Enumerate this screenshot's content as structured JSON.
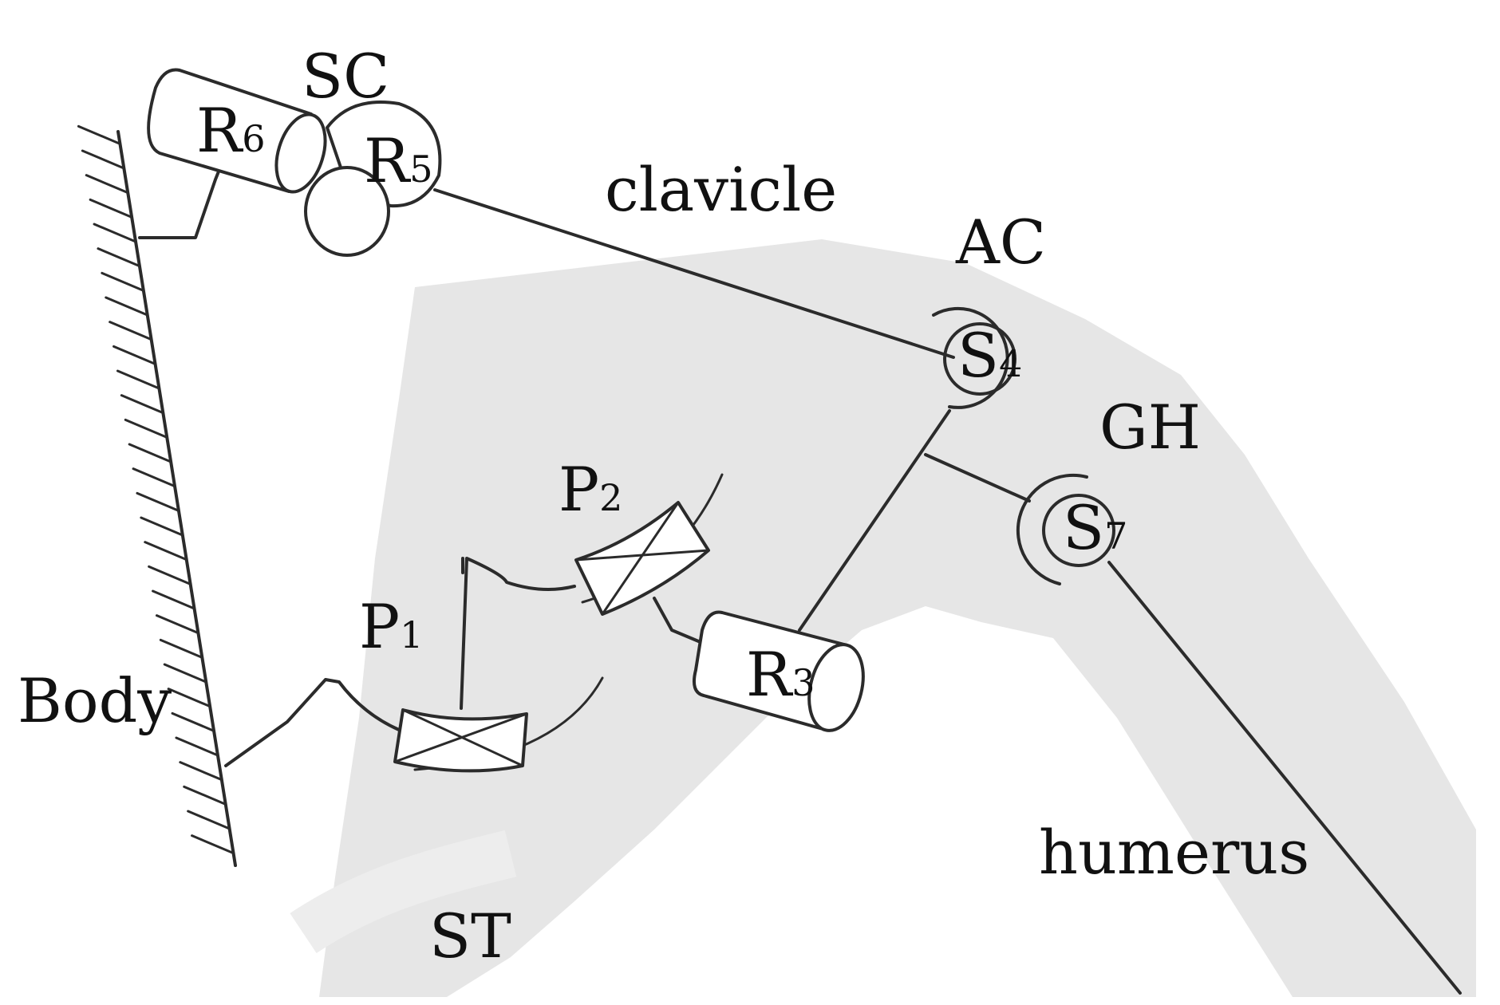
{
  "labels": {
    "sc": "SC",
    "clavicle": "clavicle",
    "ac": "AC",
    "gh": "GH",
    "body": "Body",
    "st": "ST",
    "humerus": "humerus"
  },
  "joints": {
    "r6": {
      "letter": "R",
      "sub": "6"
    },
    "r5": {
      "letter": "R",
      "sub": "5"
    },
    "s4": {
      "letter": "S",
      "sub": "4"
    },
    "s7": {
      "letter": "S",
      "sub": "7"
    },
    "r3": {
      "letter": "R",
      "sub": "3"
    },
    "p1": {
      "letter": "P",
      "sub": "1"
    },
    "p2": {
      "letter": "P",
      "sub": "2"
    }
  },
  "colors": {
    "line": "#2b2b2b",
    "bone_shadow": "#e6e6e6",
    "background": "#ffffff"
  }
}
